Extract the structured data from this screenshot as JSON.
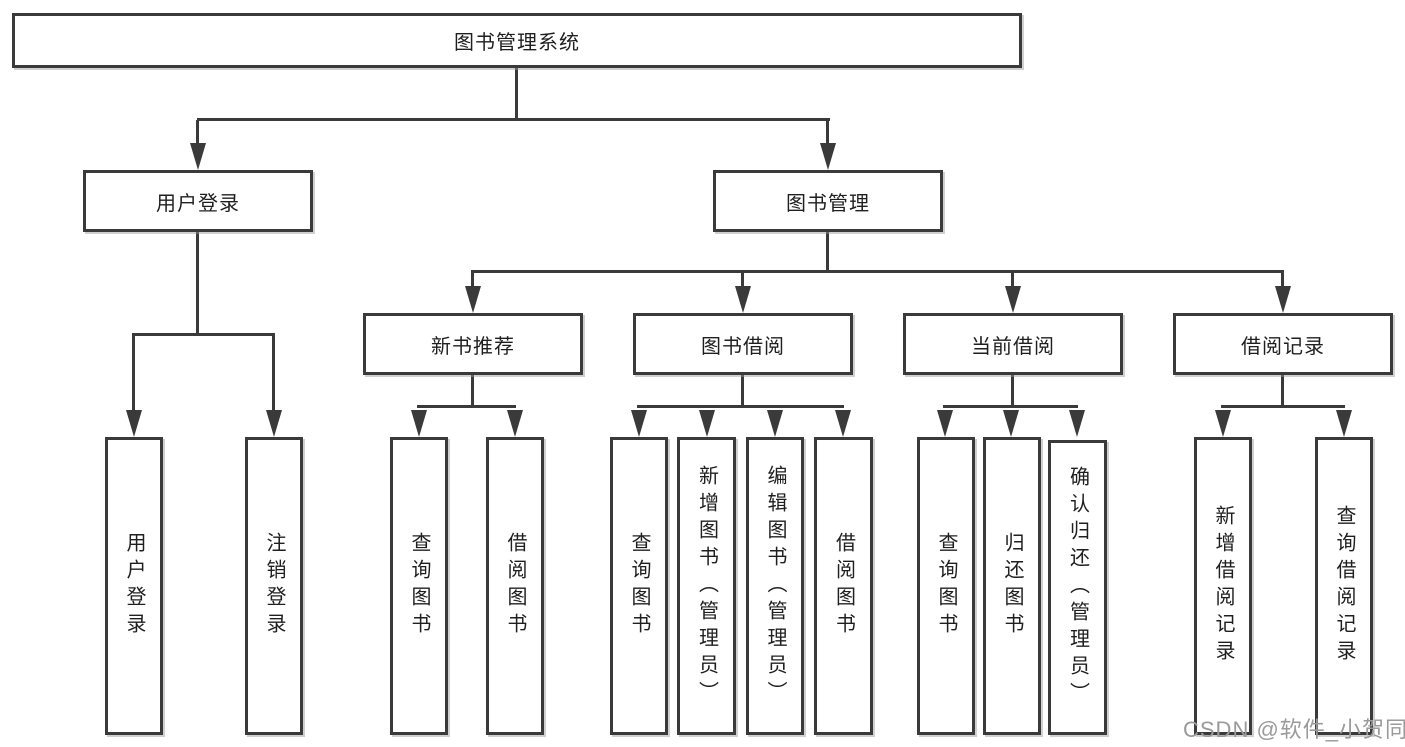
{
  "diagram": {
    "root": {
      "label": "图书管理系统"
    },
    "level2": [
      {
        "label": "用户登录"
      },
      {
        "label": "图书管理"
      }
    ],
    "level3": [
      {
        "label": "新书推荐"
      },
      {
        "label": "图书借阅"
      },
      {
        "label": "当前借阅"
      },
      {
        "label": "借阅记录"
      }
    ],
    "leaves": [
      {
        "label": "用户登录"
      },
      {
        "label": "注销登录"
      },
      {
        "label": "查询图书"
      },
      {
        "label": "借阅图书"
      },
      {
        "label": "查询图书"
      },
      {
        "label": "新增图书（管理员）"
      },
      {
        "label": "编辑图书（管理员）"
      },
      {
        "label": "借阅图书"
      },
      {
        "label": "查询图书"
      },
      {
        "label": "归还图书"
      },
      {
        "label": "确认归还（管理员）"
      },
      {
        "label": "新增借阅记录"
      },
      {
        "label": "查询借阅记录"
      }
    ],
    "watermark": "CSDN @软件_小贺同学",
    "colors": {
      "line": "#3a3a3a",
      "text": "#1f1f1f",
      "watermark": "#9a9a9a",
      "background": "#ffffff"
    }
  }
}
